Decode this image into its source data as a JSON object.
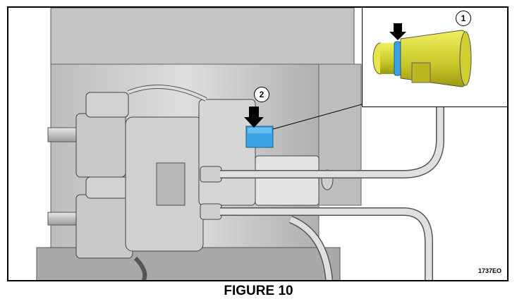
{
  "figure": {
    "caption": "FIGURE 10",
    "reference_code": "1737EO"
  },
  "callouts": {
    "one": "1",
    "two": "2"
  },
  "colors": {
    "highlight_blue": "#3aa3e6",
    "fitting_yellow": "#d8d83a",
    "housing_gray": "#c8c8c8"
  }
}
